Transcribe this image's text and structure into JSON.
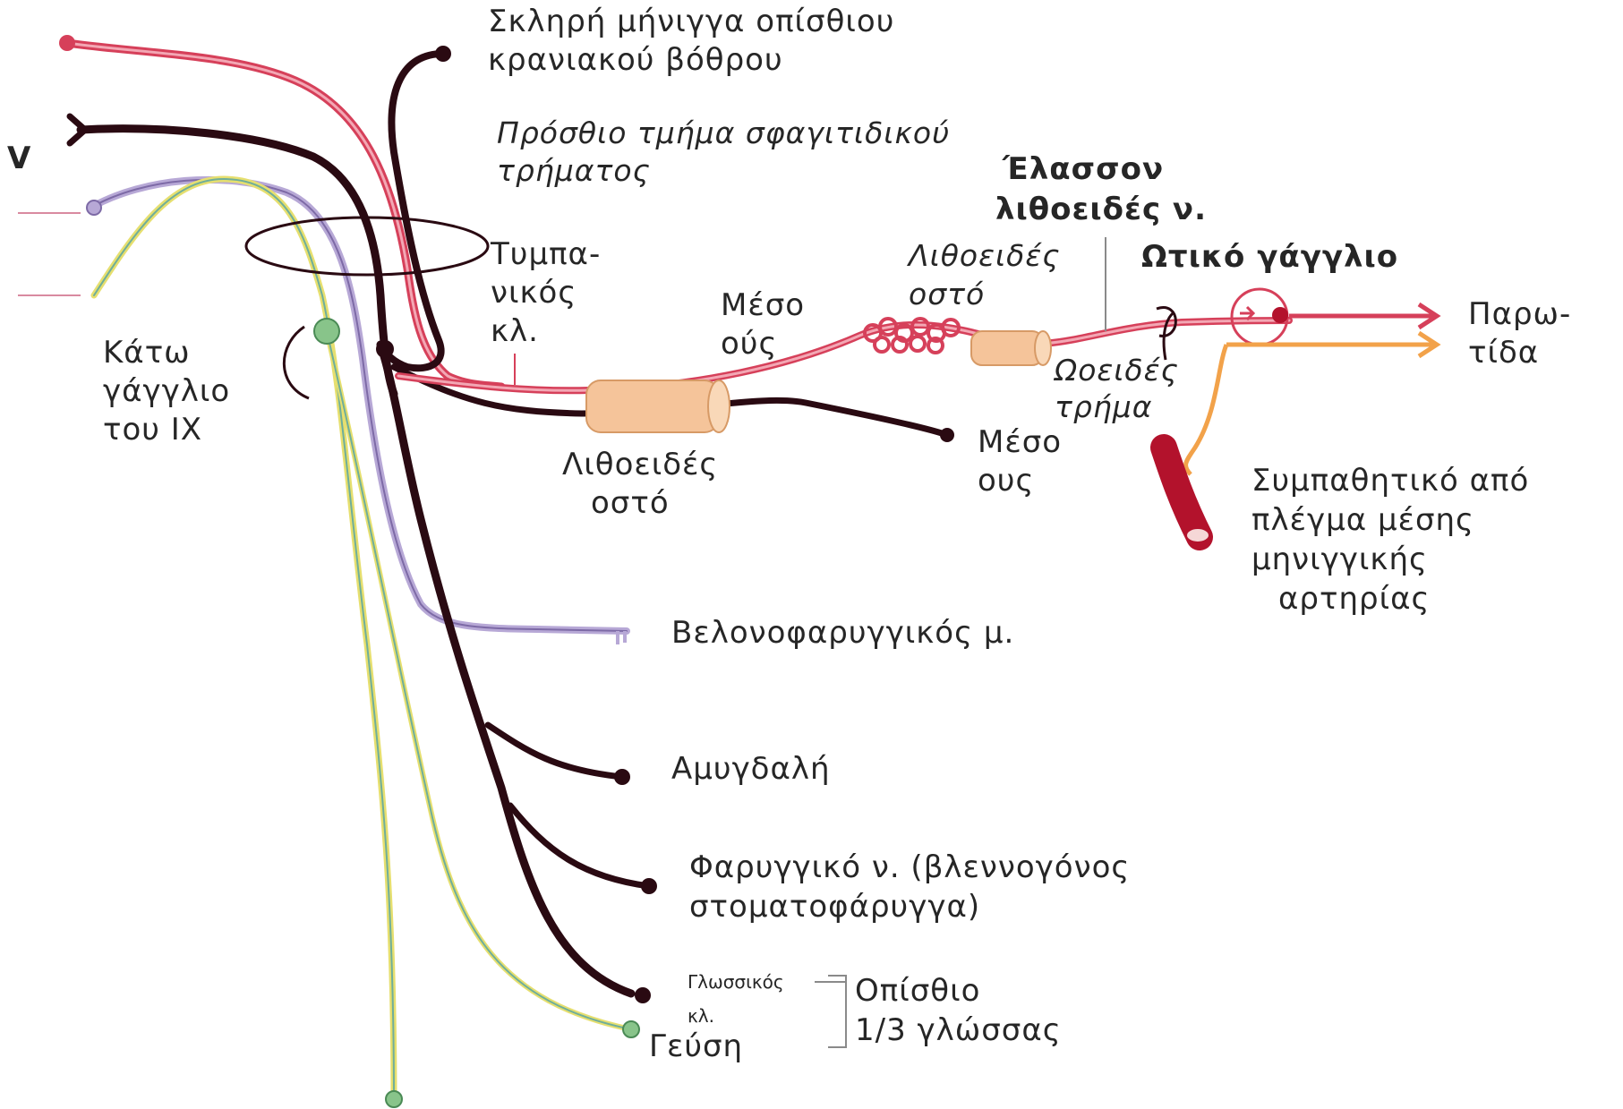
{
  "colors": {
    "nerve_dark": "#2a0a12",
    "nerve_red": "#d6405a",
    "nerve_pink": "#f3a7b4",
    "nerve_lilac": "#b7a8d6",
    "nerve_yellow": "#e6df6f",
    "nerve_green": "#88c48a",
    "nerve_orange": "#f2a24a",
    "bone": "#f5c49a",
    "artery": "#b3122c",
    "background": "#ffffff"
  },
  "labels": {
    "v": "V",
    "dura_line1": "Σκληρή μήνιγγα οπίσθιου",
    "dura_line2": "κρανιακού βόθρου",
    "jugular_line1": "Πρόσθιο τμήμα σφαγιτιδικού",
    "jugular_line2": "τρήματος",
    "lesser_line1": "Έλασσον",
    "lesser_line2": "λιθοειδές ν.",
    "tympanic_line1": "Τυμπα-",
    "tympanic_line2": "νικός",
    "tympanic_line3": "κλ.",
    "middle_ear_line1": "Μέσο",
    "middle_ear_line2": "ούς",
    "petrous_it_line1": "Λιθοειδές",
    "petrous_it_line2": "οστό",
    "otic_ganglion": "Ωτικό γάγγλιο",
    "parotid_line1": "Παρω-",
    "parotid_line2": "τίδα",
    "inferior_ganglion_line1": "Κάτω",
    "inferior_ganglion_line2": "γάγγλιο",
    "inferior_ganglion_line3": "του IX",
    "petrous_bone_line1": "Λιθοειδές",
    "petrous_bone_line2": "οστό",
    "oval_line1": "Ωοειδές",
    "oval_line2": "τρήμα",
    "middle_ear2_line1": "Μέσο",
    "middle_ear2_line2": "ους",
    "sympathetic_line1": "Συμπαθητικό από",
    "sympathetic_line2": "πλέγμα μέσης",
    "sympathetic_line3": "μηνιγγικής",
    "sympathetic_line4": "αρτηρίας",
    "stylopharyngeus": "Βελονοφαρυγγικός μ.",
    "tonsil": "Αμυγδαλή",
    "pharyngeal_line1": "Φαρυγγικό ν. (βλεννογόνος",
    "pharyngeal_line2": "στοματοφάρυγγα)",
    "lingual_branch_line1": "Γλωσσικός",
    "lingual_branch_line2": "κλ.",
    "taste": "Γεύση",
    "posterior_third_line1": "Οπίσθιο",
    "posterior_third_line2": "1/3 γλώσσας"
  }
}
